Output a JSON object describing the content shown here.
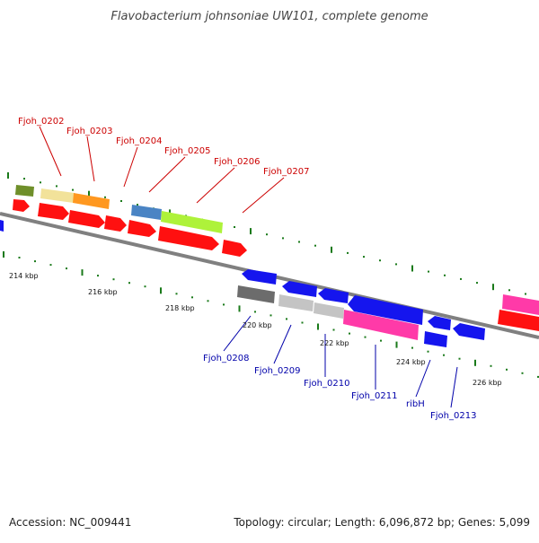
{
  "header": {
    "title": "Flavobacterium johnsoniae UW101, complete genome"
  },
  "footer": {
    "accession": "Accession: NC_009441",
    "stats": "Topology: circular; Length: 6,096,872 bp; Genes: 5,099"
  },
  "scale_labels": [
    "214 kbp",
    "216 kbp",
    "218 kbp",
    "220 kbp",
    "222 kbp",
    "224 kbp",
    "226 kbp"
  ],
  "gene_labels_top": [
    "Fjoh_0202",
    "Fjoh_0203",
    "Fjoh_0204",
    "Fjoh_0205",
    "Fjoh_0206",
    "Fjoh_0207"
  ],
  "gene_labels_bottom": [
    "Fjoh_0208",
    "Fjoh_0209",
    "Fjoh_0210",
    "Fjoh_0211",
    "ribH",
    "Fjoh_0213"
  ],
  "colors": {
    "forward_label": "#cc0000",
    "reverse_label": "#0000aa",
    "backbone": "#808080",
    "ticks": "#1a7a1a",
    "feature_red": "#ff1010",
    "feature_blue": "#1515ee",
    "feature_olive": "#6f8f2a",
    "feature_khaki": "#f2e29a",
    "feature_orange": "#ff9820",
    "feature_steelblue": "#4a84c4",
    "feature_lime": "#aef23a",
    "feature_gray_dark": "#6c6c6c",
    "feature_gray_light": "#c4c4c4",
    "feature_pink": "#ff3aa8"
  }
}
